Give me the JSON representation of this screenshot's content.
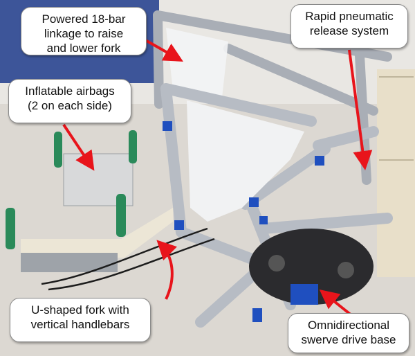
{
  "callouts": {
    "linkage": "Powered 18-bar\nlinkage to raise\nand lower fork",
    "airbags": "Inflatable airbags\n(2 on each side)",
    "pneumatic": "Rapid pneumatic\nrelease system",
    "fork": "U-shaped fork with\nvertical handlebars",
    "base": "Omnidirectional\nswerve drive base"
  },
  "colors": {
    "arrow": "#e8141b",
    "frame": "#b7bcc4",
    "bracket_blue": "#1f4fbf",
    "handle_green": "#2a8a5a",
    "floor": "#d7d2cc",
    "wall": "#eceae6"
  }
}
